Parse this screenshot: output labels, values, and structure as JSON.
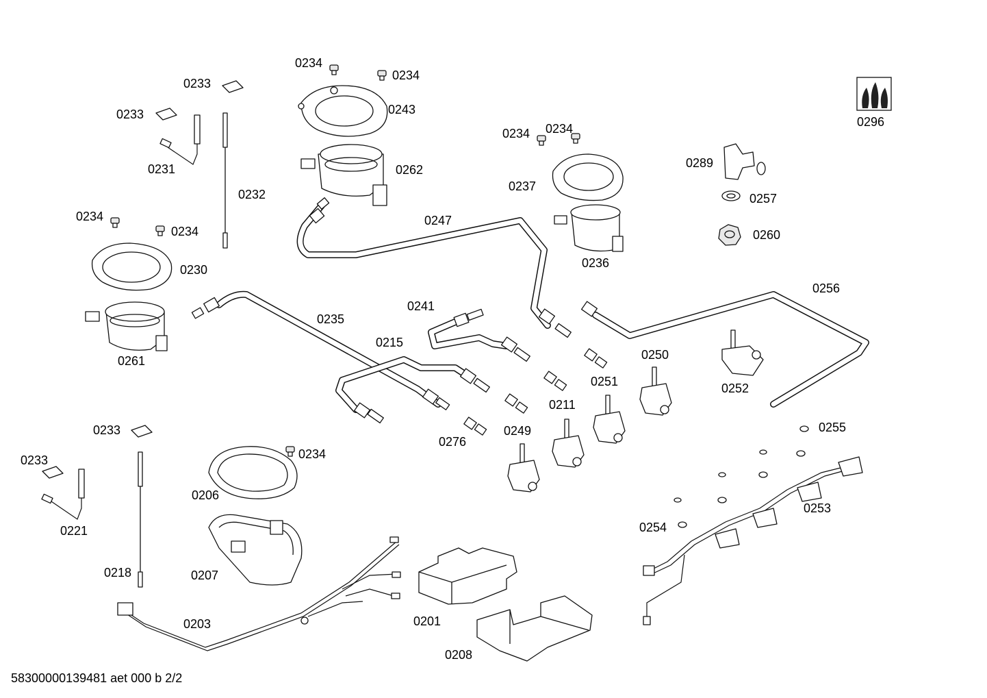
{
  "footer": {
    "document_code": "58300000139481 aet 000 b 2/2"
  },
  "labels": {
    "l0234_a": "0234",
    "l0234_b": "0234",
    "l0243": "0243",
    "l0233_a": "0233",
    "l0233_b": "0233",
    "l0231": "0231",
    "l0232": "0232",
    "l0262": "0262",
    "l0234_c": "0234",
    "l0234_d": "0234",
    "l0237": "0237",
    "l0236": "0236",
    "l0289": "0289",
    "l0257": "0257",
    "l0260": "0260",
    "l0296": "0296",
    "l0234_e": "0234",
    "l0234_f": "0234",
    "l0247": "0247",
    "l0230": "0230",
    "l0261": "0261",
    "l0235": "0235",
    "l0241": "0241",
    "l0215": "0215",
    "l0256": "0256",
    "l0250": "0250",
    "l0251": "0251",
    "l0252": "0252",
    "l0211": "0211",
    "l0249": "0249",
    "l0276": "0276",
    "l0255": "0255",
    "l0233_c": "0233",
    "l0233_d": "0233",
    "l0234_g": "0234",
    "l0206": "0206",
    "l0221": "0221",
    "l0253": "0253",
    "l0254": "0254",
    "l0207": "0207",
    "l0218": "0218",
    "l0203": "0203",
    "l0201": "0201",
    "l0208": "0208"
  },
  "icons": {
    "gas_symbol": "gas-flame-symbol-icon"
  }
}
